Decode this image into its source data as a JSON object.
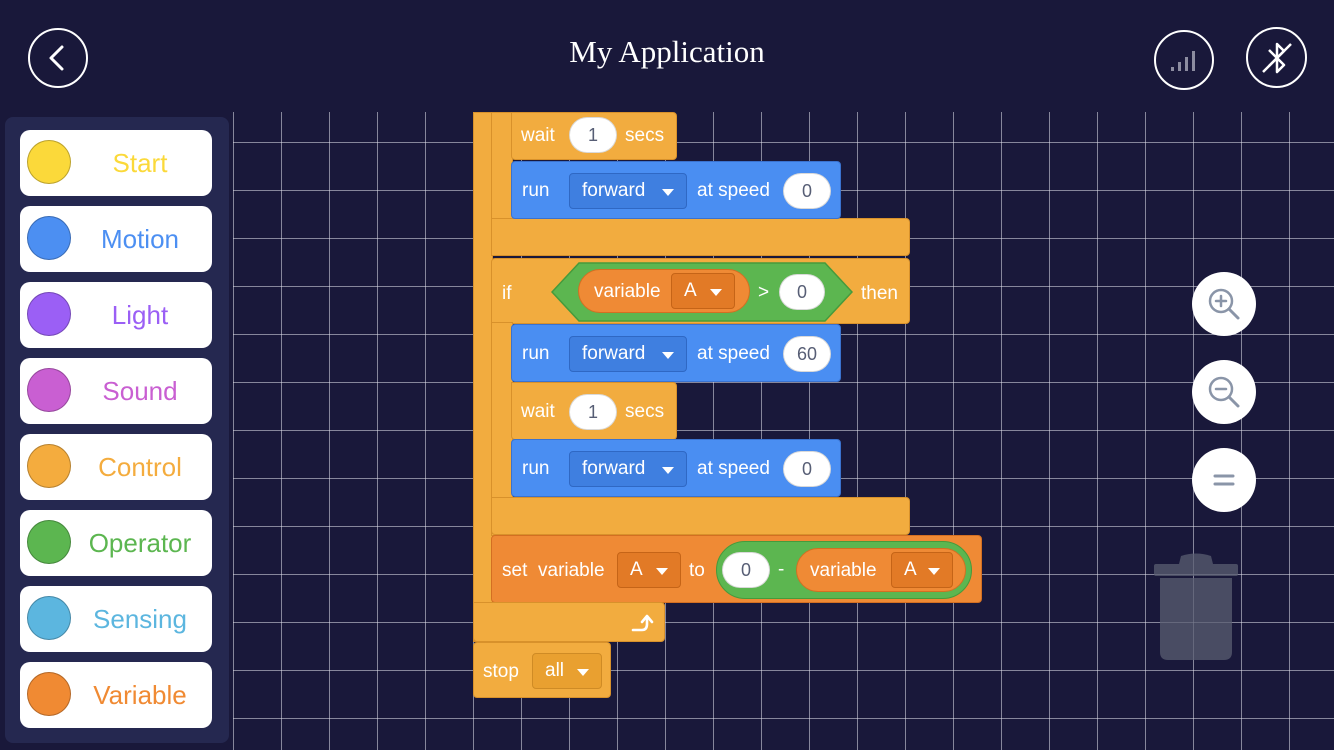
{
  "header": {
    "title": "My Application",
    "back_icon": "chevron-left-icon",
    "signal_icon": "signal-bars-icon",
    "bluetooth_icon": "bluetooth-disabled-icon"
  },
  "palette": {
    "categories": [
      {
        "label": "Start",
        "color": "#fbd93a"
      },
      {
        "label": "Motion",
        "color": "#4c8ff2"
      },
      {
        "label": "Light",
        "color": "#9b5ff5"
      },
      {
        "label": "Sound",
        "color": "#c95fd2"
      },
      {
        "label": "Control",
        "color": "#f4ac3e"
      },
      {
        "label": "Operator",
        "color": "#5cb650"
      },
      {
        "label": "Sensing",
        "color": "#5cb6df"
      },
      {
        "label": "Variable",
        "color": "#f08a33"
      }
    ]
  },
  "workspace": {
    "controls": [
      "zoom-in-icon",
      "zoom-out-icon",
      "reset-zoom-icon",
      "trash-icon"
    ]
  },
  "blocks": {
    "wait1": {
      "label": "wait",
      "value": "1",
      "unit": "secs"
    },
    "run1": {
      "label": "run",
      "direction": "forward",
      "speed_label": "at speed",
      "speed": "0"
    },
    "if_block": {
      "if_label": "if",
      "then_label": "then",
      "var_label": "variable",
      "var_name": "A",
      "operator": ">",
      "compare_value": "0"
    },
    "run2": {
      "label": "run",
      "direction": "forward",
      "speed_label": "at speed",
      "speed": "60"
    },
    "wait2": {
      "label": "wait",
      "value": "1",
      "unit": "secs"
    },
    "run3": {
      "label": "run",
      "direction": "forward",
      "speed_label": "at speed",
      "speed": "0"
    },
    "set_var": {
      "set_label": "set",
      "var_label": "variable",
      "var_name": "A",
      "to_label": "to",
      "left_value": "0",
      "operator": "-",
      "right_var_label": "variable",
      "right_var_name": "A"
    },
    "stop": {
      "label": "stop",
      "option": "all"
    }
  },
  "colors": {
    "background": "#19183a",
    "control": "#f2ac3f",
    "motion": "#4a8ef2",
    "variable": "#ef8a35",
    "operator": "#5cb650"
  }
}
